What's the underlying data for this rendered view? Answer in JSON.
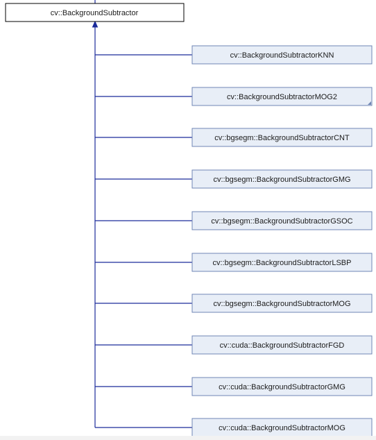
{
  "colors": {
    "edge": "#1a2a9a",
    "derived_fill": "#e8eef7",
    "derived_stroke": "#6f86b4",
    "base_fill": "#ffffff",
    "base_stroke": "#000000"
  },
  "diagram": {
    "base": {
      "label": "cv::BackgroundSubtractor"
    },
    "derived": [
      {
        "label": "cv::BackgroundSubtractorKNN",
        "has_more": false
      },
      {
        "label": "cv::BackgroundSubtractorMOG2",
        "has_more": true
      },
      {
        "label": "cv::bgsegm::BackgroundSubtractorCNT",
        "has_more": false
      },
      {
        "label": "cv::bgsegm::BackgroundSubtractorGMG",
        "has_more": false
      },
      {
        "label": "cv::bgsegm::BackgroundSubtractorGSOC",
        "has_more": false
      },
      {
        "label": "cv::bgsegm::BackgroundSubtractorLSBP",
        "has_more": false
      },
      {
        "label": "cv::bgsegm::BackgroundSubtractorMOG",
        "has_more": false
      },
      {
        "label": "cv::cuda::BackgroundSubtractorFGD",
        "has_more": false
      },
      {
        "label": "cv::cuda::BackgroundSubtractorGMG",
        "has_more": false
      },
      {
        "label": "cv::cuda::BackgroundSubtractorMOG",
        "has_more": false
      }
    ]
  }
}
